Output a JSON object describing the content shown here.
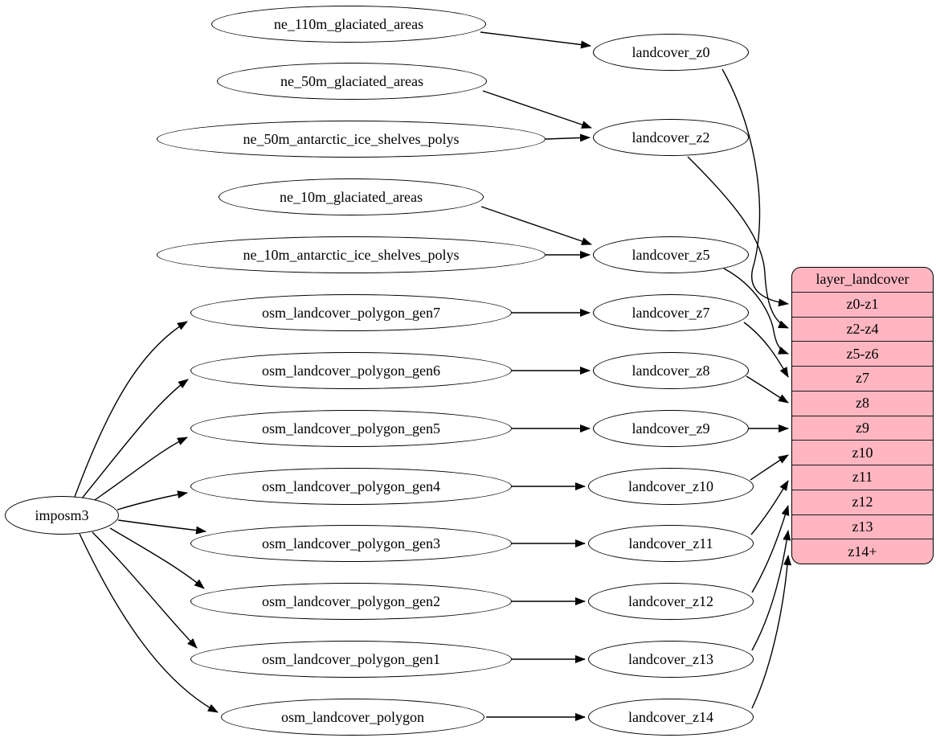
{
  "diagram": {
    "type": "graphviz-digraph",
    "root": {
      "label": "imposm3"
    },
    "sources": [
      {
        "label": "ne_110m_glaciated_areas"
      },
      {
        "label": "ne_50m_glaciated_areas"
      },
      {
        "label": "ne_50m_antarctic_ice_shelves_polys"
      },
      {
        "label": "ne_10m_glaciated_areas"
      },
      {
        "label": "ne_10m_antarctic_ice_shelves_polys"
      },
      {
        "label": "osm_landcover_polygon_gen7"
      },
      {
        "label": "osm_landcover_polygon_gen6"
      },
      {
        "label": "osm_landcover_polygon_gen5"
      },
      {
        "label": "osm_landcover_polygon_gen4"
      },
      {
        "label": "osm_landcover_polygon_gen3"
      },
      {
        "label": "osm_landcover_polygon_gen2"
      },
      {
        "label": "osm_landcover_polygon_gen1"
      },
      {
        "label": "osm_landcover_polygon"
      }
    ],
    "intermediates": [
      {
        "label": "landcover_z0"
      },
      {
        "label": "landcover_z2"
      },
      {
        "label": "landcover_z5"
      },
      {
        "label": "landcover_z7"
      },
      {
        "label": "landcover_z8"
      },
      {
        "label": "landcover_z9"
      },
      {
        "label": "landcover_z10"
      },
      {
        "label": "landcover_z11"
      },
      {
        "label": "landcover_z12"
      },
      {
        "label": "landcover_z13"
      },
      {
        "label": "landcover_z14"
      }
    ],
    "table": {
      "title": "layer_landcover",
      "rows": [
        "z0-z1",
        "z2-z4",
        "z5-z6",
        "z7",
        "z8",
        "z9",
        "z10",
        "z11",
        "z12",
        "z13",
        "z14+"
      ]
    },
    "edges": [
      [
        "imposm3",
        "osm_landcover_polygon_gen7"
      ],
      [
        "imposm3",
        "osm_landcover_polygon_gen6"
      ],
      [
        "imposm3",
        "osm_landcover_polygon_gen5"
      ],
      [
        "imposm3",
        "osm_landcover_polygon_gen4"
      ],
      [
        "imposm3",
        "osm_landcover_polygon_gen3"
      ],
      [
        "imposm3",
        "osm_landcover_polygon_gen2"
      ],
      [
        "imposm3",
        "osm_landcover_polygon_gen1"
      ],
      [
        "imposm3",
        "osm_landcover_polygon"
      ],
      [
        "ne_110m_glaciated_areas",
        "landcover_z0"
      ],
      [
        "ne_50m_glaciated_areas",
        "landcover_z2"
      ],
      [
        "ne_50m_antarctic_ice_shelves_polys",
        "landcover_z2"
      ],
      [
        "ne_10m_glaciated_areas",
        "landcover_z5"
      ],
      [
        "ne_10m_antarctic_ice_shelves_polys",
        "landcover_z5"
      ],
      [
        "osm_landcover_polygon_gen7",
        "landcover_z7"
      ],
      [
        "osm_landcover_polygon_gen6",
        "landcover_z8"
      ],
      [
        "osm_landcover_polygon_gen5",
        "landcover_z9"
      ],
      [
        "osm_landcover_polygon_gen4",
        "landcover_z10"
      ],
      [
        "osm_landcover_polygon_gen3",
        "landcover_z11"
      ],
      [
        "osm_landcover_polygon_gen2",
        "landcover_z12"
      ],
      [
        "osm_landcover_polygon_gen1",
        "landcover_z13"
      ],
      [
        "osm_landcover_polygon",
        "landcover_z14"
      ],
      [
        "landcover_z0",
        "layer_landcover:z0-z1"
      ],
      [
        "landcover_z2",
        "layer_landcover:z2-z4"
      ],
      [
        "landcover_z5",
        "layer_landcover:z5-z6"
      ],
      [
        "landcover_z7",
        "layer_landcover:z7"
      ],
      [
        "landcover_z8",
        "layer_landcover:z8"
      ],
      [
        "landcover_z9",
        "layer_landcover:z9"
      ],
      [
        "landcover_z10",
        "layer_landcover:z10"
      ],
      [
        "landcover_z11",
        "layer_landcover:z11"
      ],
      [
        "landcover_z12",
        "layer_landcover:z12"
      ],
      [
        "landcover_z13",
        "layer_landcover:z13"
      ],
      [
        "landcover_z14",
        "layer_landcover:z14+"
      ]
    ],
    "colors": {
      "table_fill": "#ffb6c1",
      "node_fill": "#ffffff",
      "stroke": "#000000"
    }
  }
}
